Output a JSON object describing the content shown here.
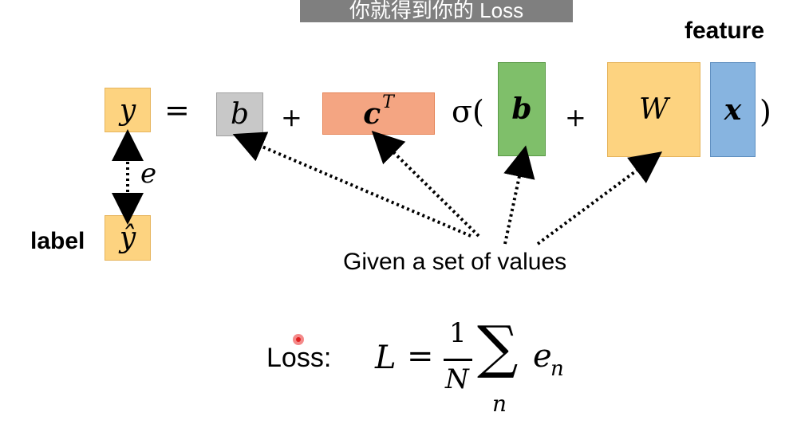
{
  "subtitle": "你就得到你的 Loss",
  "labels": {
    "feature": "feature",
    "label": "label",
    "given": "Given a set of values",
    "loss": "Loss:"
  },
  "equation": {
    "y": "y",
    "equals": "=",
    "b1": "b",
    "plus1": "+",
    "c": "c",
    "c_sup": "T",
    "sigma_open": "σ(",
    "b2": "b",
    "plus2": "+",
    "W": "W",
    "x": "x",
    "close_paren": ")",
    "y_hat": "ŷ",
    "e": "e"
  },
  "loss_formula": {
    "L": "L",
    "equals": "=",
    "numerator": "1",
    "denominator": "N",
    "sum": "∑",
    "sum_index": "n",
    "e": "e",
    "e_sub": "n"
  },
  "colors": {
    "y_box": "#fdd380",
    "b1_box": "#c8c8c8",
    "c_box": "#f4a582",
    "b2_box": "#7fbf6a",
    "W_box": "#fdd380",
    "x_box": "#87b4e0",
    "subtitle_bg": "#7f7f7f"
  }
}
